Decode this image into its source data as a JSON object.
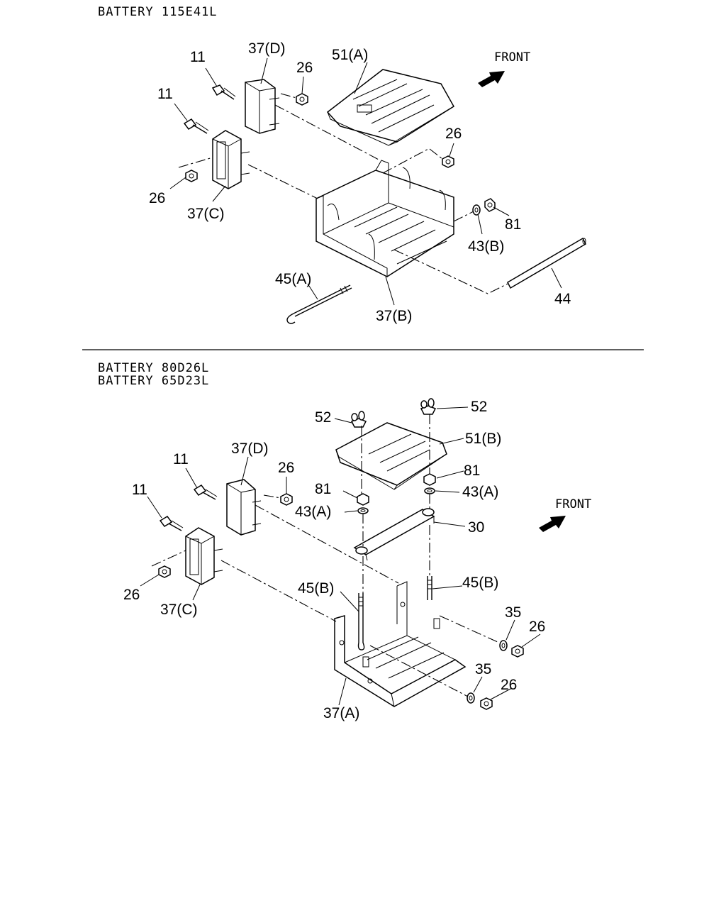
{
  "section_top": {
    "header": "BATTERY 115E41L",
    "front_label": "FRONT",
    "callouts": {
      "c11a": "11",
      "c37d": "37(D)",
      "c26a": "26",
      "c51a": "51(A)",
      "c11b": "11",
      "c26b": "26",
      "c26c": "26",
      "c37c": "37(C)",
      "c81": "81",
      "c43b": "43(B)",
      "c45a": "45(A)",
      "c44": "44",
      "c37b": "37(B)"
    }
  },
  "section_bottom": {
    "header_line1": "BATTERY 80D26L",
    "header_line2": "BATTERY 65D23L",
    "front_label": "FRONT",
    "callouts": {
      "c52a": "52",
      "c52b": "52",
      "c51b": "51(B)",
      "c37d": "37(D)",
      "c11a": "11",
      "c26a": "26",
      "c81a": "81",
      "c81b": "81",
      "c43a1": "43(A)",
      "c43a2": "43(A)",
      "c11b": "11",
      "c30": "30",
      "c26b": "26",
      "c37c": "37(C)",
      "c45b1": "45(B)",
      "c45b2": "45(B)",
      "c35a": "35",
      "c26c": "26",
      "c35b": "35",
      "c26d": "26",
      "c37a": "37(A)"
    }
  }
}
